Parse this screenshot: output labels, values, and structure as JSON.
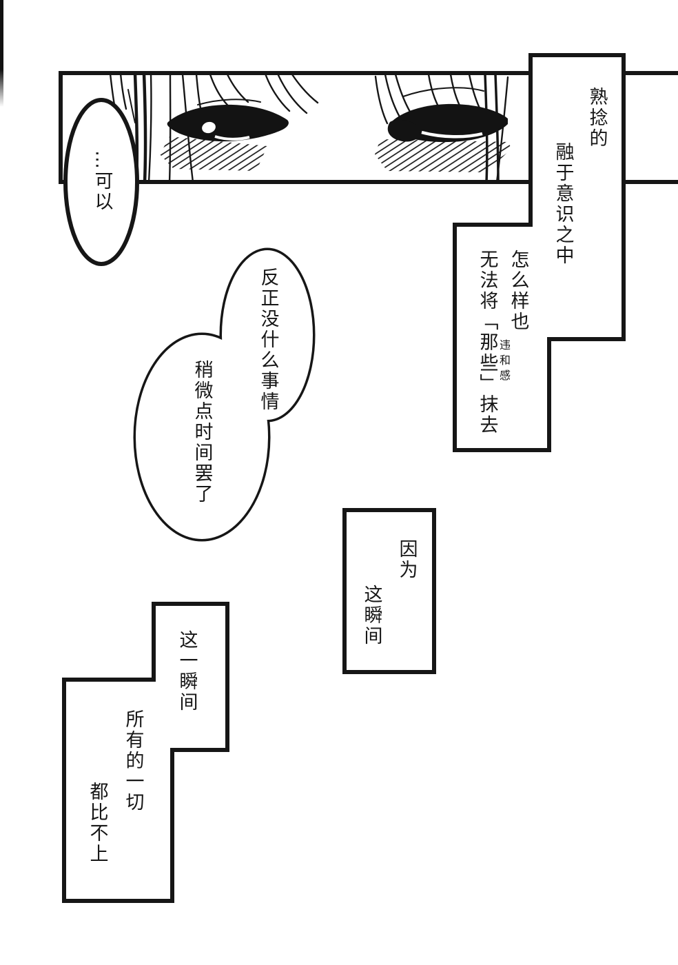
{
  "page": {
    "background": "#ffffff",
    "ink": "#161616",
    "kind": "manga page"
  },
  "speech": {
    "oval": {
      "text": "…可以"
    },
    "blob": {
      "line1": "反正没什么事情",
      "line2": "稍微点时间罢了"
    }
  },
  "captions": {
    "box1": {
      "line1": "熟捻的",
      "line2": "融于意识之中"
    },
    "box2": {
      "line1": "怎么样也",
      "line2": "无法将「那些」抹去",
      "note": "违和感"
    },
    "box3": {
      "line1": "因为",
      "line2": "这瞬间"
    },
    "box4": {
      "line1": "这一瞬间",
      "line2": "所有的一切",
      "line3": "都比不上"
    }
  }
}
